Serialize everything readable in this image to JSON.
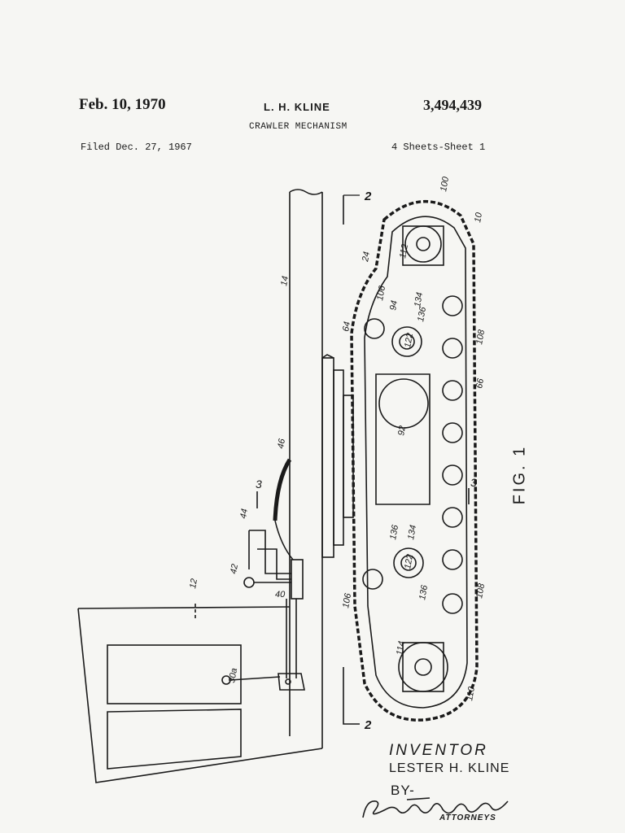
{
  "header": {
    "date": "Feb. 10, 1970",
    "inventor": "L. H. KLINE",
    "patent_number": "3,494,439",
    "title": "CRAWLER MECHANISM",
    "filed": "Filed Dec. 27, 1967",
    "sheets": "4 Sheets-Sheet 1"
  },
  "figure_label": "FIG. 1",
  "inventor_block": {
    "label": "INVENTOR",
    "name": "LESTER H. KLINE",
    "by": "BY-",
    "firm_signature": "Yount, Flynn & Tarolli",
    "attorneys": "ATTORNEYS"
  },
  "reference_numerals": {
    "n100": "100",
    "n10": "10",
    "n112": "112",
    "n24": "24",
    "n106a": "106",
    "n94": "94",
    "n134a": "134",
    "n136a": "136",
    "n64": "64",
    "n122a": "122",
    "n108a": "108",
    "n14": "14",
    "n66": "66",
    "n92": "92",
    "n46": "46",
    "n3a": "3",
    "n3b": "3",
    "n44": "44",
    "n136b": "136",
    "n134b": "134",
    "n122b": "122",
    "n42": "42",
    "n40": "40",
    "n106b": "106",
    "n136c": "136",
    "n108b": "108",
    "n12": "12",
    "n30a": "30a",
    "n114": "114",
    "n110": "110",
    "n2a": "2",
    "n2b": "2"
  }
}
